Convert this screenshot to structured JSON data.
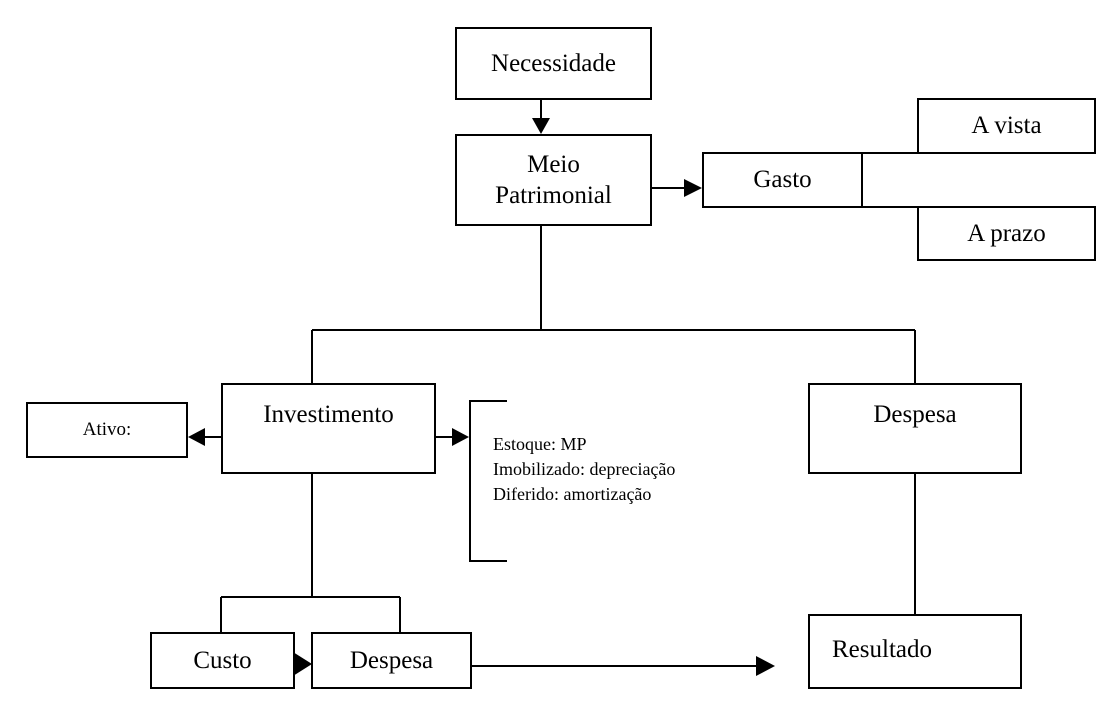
{
  "diagram": {
    "nodes": {
      "necessidade": "Necessidade",
      "meio_patrimonial_line1": "Meio",
      "meio_patrimonial_line2": "Patrimonial",
      "gasto": "Gasto",
      "a_vista": "A vista",
      "a_prazo": "A prazo",
      "investimento": "Investimento",
      "ativo": "Ativo:",
      "despesa_right": "Despesa",
      "custo": "Custo",
      "despesa_bottom": "Despesa",
      "resultado": "Resultado"
    },
    "investment_notes": [
      "Estoque: MP",
      "Imobilizado: depreciação",
      "Diferido: amortização"
    ],
    "edges": [
      {
        "from": "Necessidade",
        "to": "Meio Patrimonial",
        "arrow": true
      },
      {
        "from": "Meio Patrimonial",
        "to": "Gasto",
        "arrow": true
      },
      {
        "from": "Gasto",
        "to": "A vista",
        "arrow": false
      },
      {
        "from": "Gasto",
        "to": "A prazo",
        "arrow": false
      },
      {
        "from": "Meio Patrimonial",
        "to": "Investimento",
        "arrow": false
      },
      {
        "from": "Meio Patrimonial",
        "to": "Despesa",
        "arrow": false
      },
      {
        "from": "Investimento",
        "to": "Ativo:",
        "arrow": true
      },
      {
        "from": "Investimento",
        "to": "Investment notes",
        "arrow": true
      },
      {
        "from": "Investimento",
        "to": "Custo",
        "arrow": false
      },
      {
        "from": "Investimento",
        "to": "Despesa (bottom)",
        "arrow": false
      },
      {
        "from": "Custo",
        "to": "Despesa (bottom)",
        "arrow": true
      },
      {
        "from": "Despesa (bottom)",
        "to": "Resultado",
        "arrow": true
      },
      {
        "from": "Despesa",
        "to": "Resultado",
        "arrow": false
      }
    ]
  }
}
